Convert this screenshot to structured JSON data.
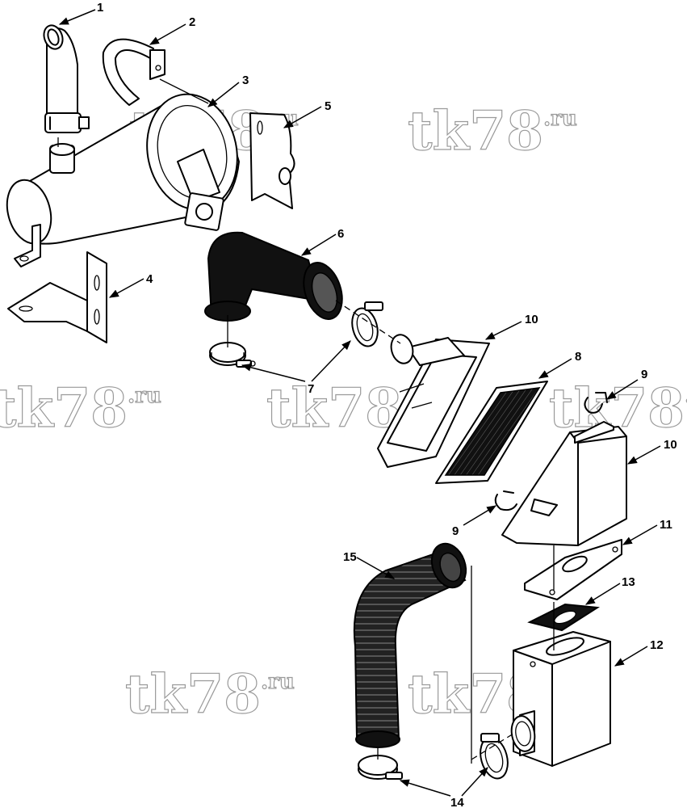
{
  "watermark": "tk78",
  "watermark_suffix": ".ru",
  "callouts": [
    {
      "id": "1",
      "label": "1"
    },
    {
      "id": "2",
      "label": "2"
    },
    {
      "id": "3",
      "label": "3"
    },
    {
      "id": "4",
      "label": "4"
    },
    {
      "id": "5",
      "label": "5"
    },
    {
      "id": "6",
      "label": "6"
    },
    {
      "id": "7",
      "label": "7"
    },
    {
      "id": "8",
      "label": "8"
    },
    {
      "id": "9a",
      "label": "9"
    },
    {
      "id": "9b",
      "label": "9"
    },
    {
      "id": "10a",
      "label": "10"
    },
    {
      "id": "10b",
      "label": "10"
    },
    {
      "id": "11",
      "label": "11"
    },
    {
      "id": "12",
      "label": "12"
    },
    {
      "id": "13",
      "label": "13"
    },
    {
      "id": "14",
      "label": "14"
    },
    {
      "id": "15",
      "label": "15"
    }
  ]
}
